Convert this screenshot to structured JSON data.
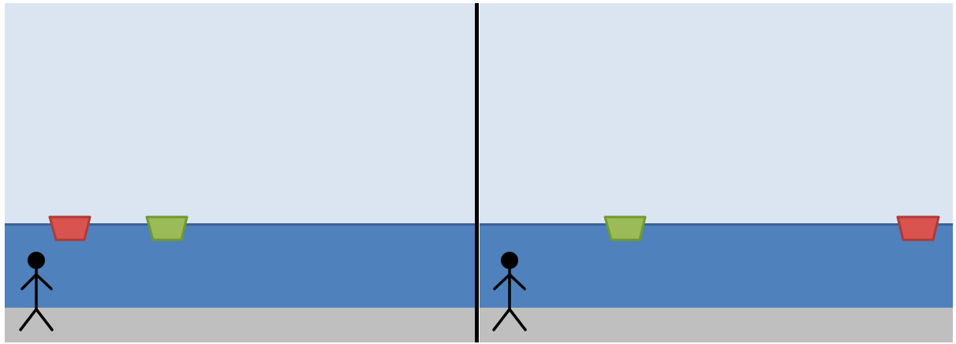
{
  "colors": {
    "sky": "#dbe5f2",
    "water": "#4f81bd",
    "water_line": "#3a6297",
    "ground": "#bfbfbf",
    "divider": "#000000",
    "boat_red": "#d9534f",
    "boat_red_outline": "#b03a36",
    "boat_green": "#9bbb59",
    "boat_green_outline": "#6e9a2f",
    "person": "#000000"
  },
  "panels": [
    {
      "id": "left",
      "boats": [
        "red-boat",
        "green-boat"
      ],
      "person": "stick-figure"
    },
    {
      "id": "right",
      "boats": [
        "green-boat",
        "red-boat"
      ],
      "person": "stick-figure"
    }
  ]
}
